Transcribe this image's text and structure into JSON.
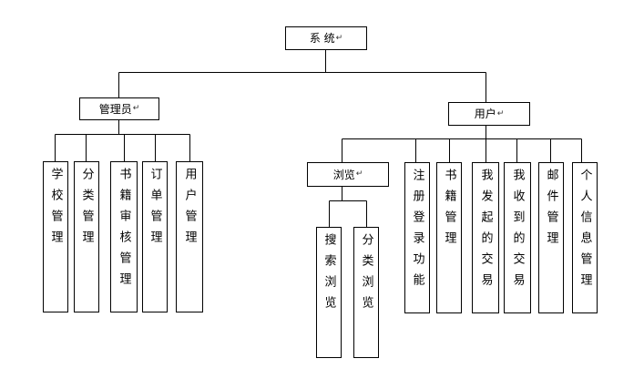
{
  "root": {
    "label": "系 统",
    "mark": "↵"
  },
  "admin": {
    "label": "管理员",
    "mark": "↵",
    "children": [
      {
        "label": "学校管理"
      },
      {
        "label": "分类管理"
      },
      {
        "label": "书籍审核管理"
      },
      {
        "label": "订单管理"
      },
      {
        "label": "用户管理"
      }
    ]
  },
  "user": {
    "label": "用户",
    "mark": "↵",
    "browse": {
      "label": "浏览",
      "mark": "↵",
      "children": [
        {
          "label": "搜索浏览"
        },
        {
          "label": "分类浏览"
        }
      ]
    },
    "children": [
      {
        "label": "注册登录功能"
      },
      {
        "label": "书籍管理"
      },
      {
        "label": "我发起的交易"
      },
      {
        "label": "我收到的交易"
      },
      {
        "label": "邮件管理"
      },
      {
        "label": "个人信息管理"
      }
    ]
  }
}
